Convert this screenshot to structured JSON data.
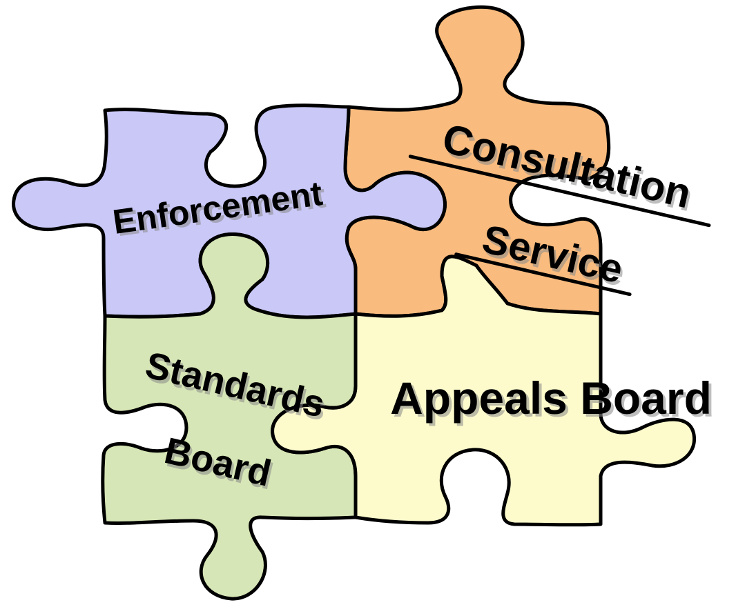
{
  "pieces": {
    "enforcement": {
      "label": "Enforcement",
      "color": "#c9c8f7"
    },
    "consultation": {
      "label_line1": "Consultation",
      "label_line2": "Service",
      "color": "#f9bb7e"
    },
    "standards": {
      "label_line1": "Standards",
      "label_line2": "Board",
      "color": "#d7e6b6"
    },
    "appeals": {
      "label": "Appeals Board",
      "color": "#fdfbcc"
    }
  },
  "outline_color": "#000000"
}
